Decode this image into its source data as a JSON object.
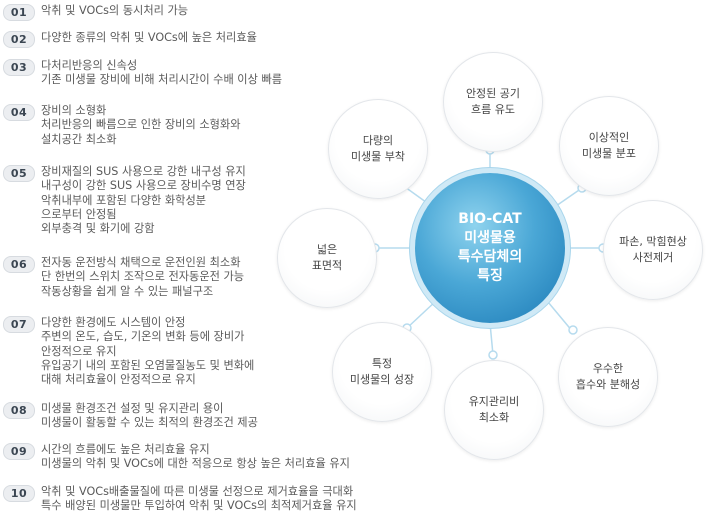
{
  "items": [
    {
      "num": "01",
      "lines": [
        "악취 및 VOCs의 동시처리 가능"
      ]
    },
    {
      "num": "02",
      "lines": [
        "다양한 종류의 악취 및 VOCs에 높은 처리효율"
      ]
    },
    {
      "num": "03",
      "lines": [
        "다처리반응의 신속성",
        "기존 미생물 장비에 비해 처리시간이 수배 이상 빠름"
      ]
    },
    {
      "num": "04",
      "lines": [
        "장비의 소형화",
        "처리반응의 빠름으로 인한 장비의 소형화와",
        "설치공간 최소화"
      ]
    },
    {
      "num": "05",
      "lines": [
        "장비재질의 SUS 사용으로 강한 내구성 유지",
        "내구성이 강한 SUS 사용으로 장비수명 연장",
        "악취내부에 포함된 다양한 화학성분",
        "으로부터 안정됨",
        "외부충격 및 화기에 강함"
      ]
    },
    {
      "num": "06",
      "lines": [
        "전자동 운전방식 채택으로 운전인원 최소화",
        "단 한번의 스위치 조작으로 전자동운전 가능",
        "작동상황을 쉽게 알 수 있는 패널구조"
      ]
    },
    {
      "num": "07",
      "lines": [
        "다양한 환경에도 시스템이 안정",
        "주변의 온도, 습도, 기온의 변화 등에 장비가",
        "안정적으로 유지",
        "유입공기 내의 포함된 오염물질농도 및 변화에",
        "대해 처리효율이 안정적으로 유지"
      ]
    },
    {
      "num": "08",
      "lines": [
        "미생물 환경조건 설정 및 유지관리 용이",
        "미생물이 활동할 수 있는 최적의 환경조건 제공"
      ]
    },
    {
      "num": "09",
      "lines": [
        "시간의 흐름에도 높은 처리효율 유지",
        "미생물의 악취 및 VOCs에 대한 적응으로 항상 높은 처리효율 유지"
      ]
    },
    {
      "num": "10",
      "lines": [
        "악취 및 VOCs배출물질에 따른 미생물 선정으로 제거효율을 극대화",
        "특수 배양된 미생물만 투입하여 악취 및 VOCs의 최적제거효율 유지"
      ]
    }
  ],
  "center": {
    "lines": [
      "BIO-CAT",
      "미생물용",
      "특수담체의",
      "특징"
    ]
  },
  "nodes": [
    {
      "key": "top",
      "lines": [
        "안정된 공기",
        "흐름 유도"
      ]
    },
    {
      "key": "top-right",
      "lines": [
        "이상적인",
        "미생물 분포"
      ]
    },
    {
      "key": "right",
      "lines": [
        "파손, 막힘현상",
        "사전제거"
      ]
    },
    {
      "key": "bottom-right",
      "lines": [
        "우수한",
        "흡수와 분해성"
      ]
    },
    {
      "key": "bottom",
      "lines": [
        "유지관리비",
        "최소화"
      ]
    },
    {
      "key": "bottom-left",
      "lines": [
        "특정",
        "미생물의 성장"
      ]
    },
    {
      "key": "left",
      "lines": [
        "넓은",
        "표면적"
      ]
    },
    {
      "key": "top-left",
      "lines": [
        "다량의",
        "미생물 부착"
      ]
    }
  ]
}
